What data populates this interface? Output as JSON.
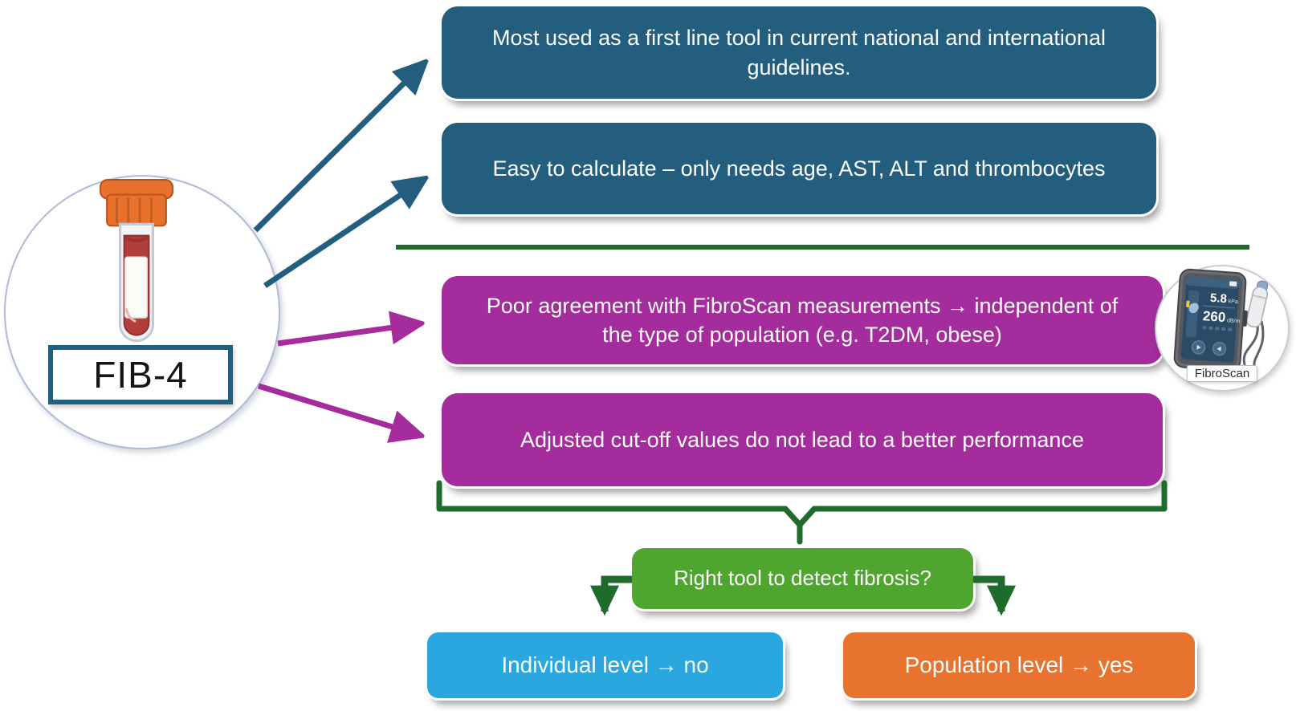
{
  "fib4": {
    "label": "FIB-4"
  },
  "pros": [
    {
      "text": "Most used as a first line tool in current national and international guidelines."
    },
    {
      "text": "Easy to calculate – only needs age, AST, ALT and thrombocytes"
    }
  ],
  "cons": [
    {
      "text": "Poor agreement with FibroScan measurements → independent of the type of population (e.g. T2DM, obese)"
    },
    {
      "text": "Adjusted cut-off values do not lead to a better performance"
    }
  ],
  "question": {
    "text": "Right tool to detect fibrosis?"
  },
  "outcomes": {
    "individual": "Individual level → no",
    "population": "Population level → yes"
  },
  "fibroscan": {
    "label": "FibroScan",
    "reading_stiffness": "5.8",
    "unit_stiffness": "kPa",
    "reading_cap": "260",
    "unit_cap": "dB/m"
  },
  "colors": {
    "teal_box": "#235E7E",
    "purple_box": "#A42C9D",
    "green_box": "#4EA62F",
    "dark_green_line": "#1E6B2B",
    "blue_box": "#2AA7DE",
    "orange_box": "#E7732E",
    "tube_cap_orange": "#E8722C",
    "blood_red": "#B23E3B"
  }
}
